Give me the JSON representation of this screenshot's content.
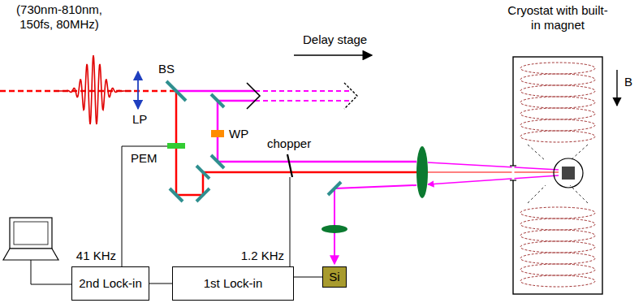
{
  "diagram": {
    "nodes": [
      {
        "text": [
          "Cryostat with built-in magnet"
        ]
      },
      {
        "text": [
          "2nd Lock-in"
        ]
      },
      {
        "text": [
          "1st Lock-in"
        ]
      },
      {
        "text": [
          "Si"
        ]
      }
    ],
    "edges": [
      {
        "from": 2,
        "to": 1,
        "arrow": "none"
      },
      {
        "from": 3,
        "to": 2,
        "arrow": "none"
      }
    ],
    "labels": [
      "(730nm-810nm, 150fs, 80MHz)",
      "LP",
      "BS",
      "Delay stage",
      "WP",
      "chopper",
      "PEM",
      "41 KHz",
      "1.2 KHz",
      "B"
    ]
  }
}
